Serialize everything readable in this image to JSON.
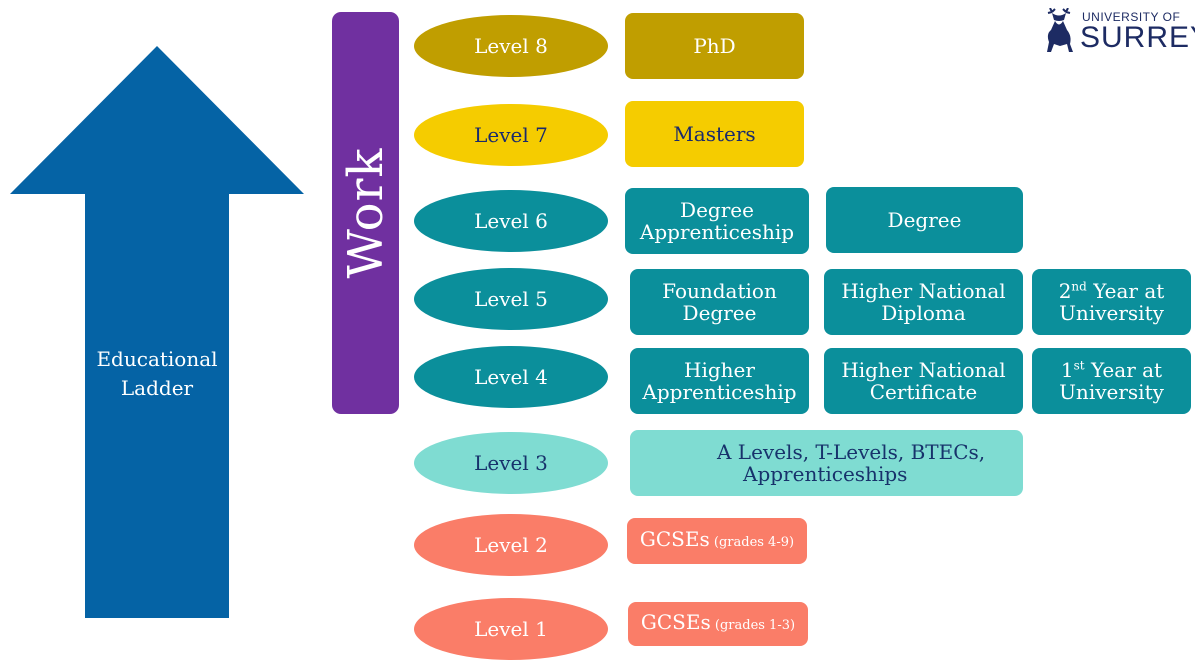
{
  "logo": {
    "line1": "UNIVERSITY OF",
    "line2": "SURREY"
  },
  "ladder": {
    "line1": "Educational",
    "line2": "Ladder"
  },
  "work": "Work",
  "levels": [
    {
      "label": "Level 8"
    },
    {
      "label": "Level 7"
    },
    {
      "label": "Level 6"
    },
    {
      "label": "Level 5"
    },
    {
      "label": "Level 4"
    },
    {
      "label": "Level 3"
    },
    {
      "label": "Level 2"
    },
    {
      "label": "Level 1"
    }
  ],
  "qualifications": {
    "phd": "PhD",
    "masters": "Masters",
    "degree_apprenticeship": {
      "line1": "Degree",
      "line2": "Apprenticeship"
    },
    "degree": "Degree",
    "foundation_degree": {
      "line1": "Foundation",
      "line2": "Degree"
    },
    "hnd": {
      "line1": "Higher National",
      "line2": "Diploma"
    },
    "second_year": {
      "prefix": "2",
      "sup": "nd",
      "rest": " Year at",
      "line2": "University"
    },
    "higher_apprenticeship": {
      "line1": "Higher",
      "line2": "Apprenticeship"
    },
    "hnc": {
      "line1": "Higher National",
      "line2": "Certificate"
    },
    "first_year": {
      "prefix": "1",
      "sup": "st",
      "rest": " Year at",
      "line2": "University"
    },
    "a_levels": {
      "line1": "A Levels, T-Levels, BTECs,",
      "line2": "Apprenticeships"
    },
    "gcse_high": {
      "main": "GCSEs",
      "note": " (grades 4-9)"
    },
    "gcse_low": {
      "main": "GCSEs",
      "note": " (grades 1-3)"
    }
  },
  "colors": {
    "arrow": "#0563a5",
    "work": "#7030a0",
    "level8": "#c09e00",
    "level7": "#f5cc00",
    "levels4to6": "#0b8f9b",
    "level3": "#7fdcd2",
    "levels1to2": "#fa7d68"
  }
}
